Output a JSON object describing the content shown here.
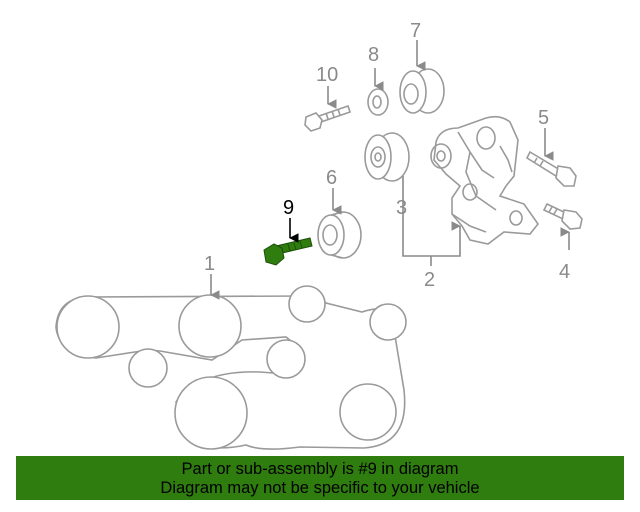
{
  "callouts": {
    "c1": "1",
    "c2": "2",
    "c3": "3",
    "c4": "4",
    "c5": "5",
    "c6": "6",
    "c7": "7",
    "c8": "8",
    "c9": "9",
    "c10": "10"
  },
  "highlight_color": "#2f7c0f",
  "banner": {
    "line1": "Part or sub-assembly is #9 in diagram",
    "line2": "Diagram may not be specific to your vehicle"
  }
}
